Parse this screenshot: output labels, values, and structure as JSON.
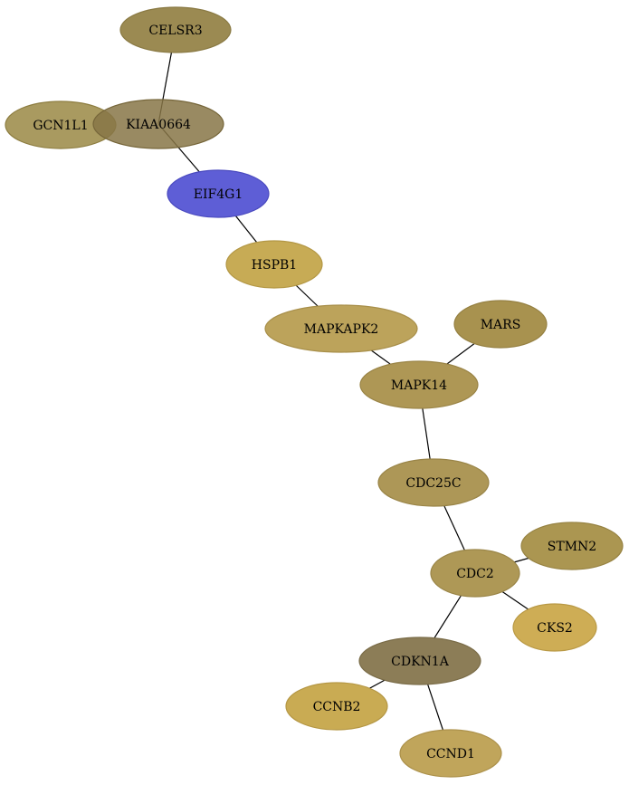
{
  "nodes": [
    {
      "id": "CELSR3",
      "label": "CELSR3",
      "fill": "#9b8a52",
      "stroke": "#8a7a44",
      "opacity": 1
    },
    {
      "id": "GCN1L1",
      "label": "GCN1L1",
      "fill": "#a08f4f",
      "stroke": "#8d7d40",
      "opacity": 0.9
    },
    {
      "id": "KIAA0664",
      "label": "KIAA0664",
      "fill": "#877646",
      "stroke": "#76663a",
      "opacity": 0.85
    },
    {
      "id": "EIF4G1",
      "label": "EIF4G1",
      "fill": "#5e5ed6",
      "stroke": "#4a4abf",
      "opacity": 1
    },
    {
      "id": "HSPB1",
      "label": "HSPB1",
      "fill": "#c7ab55",
      "stroke": "#b39745",
      "opacity": 1
    },
    {
      "id": "MAPKAPK2",
      "label": "MAPKAPK2",
      "fill": "#bca35b",
      "stroke": "#a88f4a",
      "opacity": 1
    },
    {
      "id": "MARS",
      "label": "MARS",
      "fill": "#a8924f",
      "stroke": "#958042",
      "opacity": 1
    },
    {
      "id": "MAPK14",
      "label": "MAPK14",
      "fill": "#ae9755",
      "stroke": "#9a8446",
      "opacity": 1
    },
    {
      "id": "CDC25C",
      "label": "CDC25C",
      "fill": "#ad9757",
      "stroke": "#998447",
      "opacity": 1
    },
    {
      "id": "STMN2",
      "label": "STMN2",
      "fill": "#ab9651",
      "stroke": "#978343",
      "opacity": 1
    },
    {
      "id": "CDC2",
      "label": "CDC2",
      "fill": "#ae9856",
      "stroke": "#9a8547",
      "opacity": 1
    },
    {
      "id": "CKS2",
      "label": "CKS2",
      "fill": "#cead55",
      "stroke": "#b99945",
      "opacity": 1
    },
    {
      "id": "CDKN1A",
      "label": "CDKN1A",
      "fill": "#8c7d57",
      "stroke": "#7a6c48",
      "opacity": 1
    },
    {
      "id": "CCNB2",
      "label": "CCNB2",
      "fill": "#c9ab53",
      "stroke": "#b59744",
      "opacity": 1
    },
    {
      "id": "CCND1",
      "label": "CCND1",
      "fill": "#c0a55b",
      "stroke": "#ac914b",
      "opacity": 1
    }
  ],
  "edges": [
    {
      "source": "CELSR3",
      "target": "KIAA0664"
    },
    {
      "source": "KIAA0664",
      "target": "EIF4G1"
    },
    {
      "source": "EIF4G1",
      "target": "HSPB1"
    },
    {
      "source": "HSPB1",
      "target": "MAPKAPK2"
    },
    {
      "source": "MAPKAPK2",
      "target": "MAPK14"
    },
    {
      "source": "MARS",
      "target": "MAPK14"
    },
    {
      "source": "MAPK14",
      "target": "CDC25C"
    },
    {
      "source": "CDC25C",
      "target": "CDC2"
    },
    {
      "source": "CDC2",
      "target": "STMN2"
    },
    {
      "source": "CDC2",
      "target": "CKS2"
    },
    {
      "source": "CDC2",
      "target": "CDKN1A"
    },
    {
      "source": "CDKN1A",
      "target": "CCNB2"
    },
    {
      "source": "CDKN1A",
      "target": "CCND1"
    }
  ]
}
